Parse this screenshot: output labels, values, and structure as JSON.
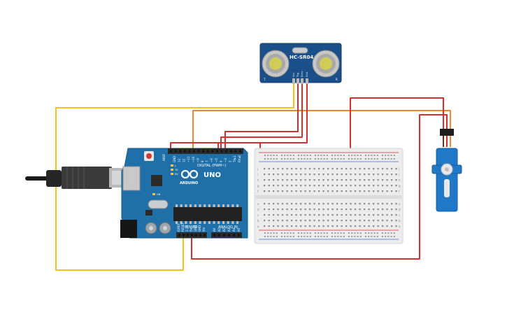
{
  "sensor": {
    "label": "HC-SR04",
    "left_mark": "T",
    "right_mark": "R",
    "pins": [
      "Vcc",
      "Trig",
      "Echo",
      "Gnd"
    ]
  },
  "arduino": {
    "model": "UNO",
    "brand": "ARDUINO",
    "digital_label": "DIGITAL (PWM~)",
    "power_label": "POWER",
    "analog_label": "ANALOG IN",
    "aref": "AREF",
    "gnd": "GND",
    "digital_pins": [
      "13",
      "12",
      "~11",
      "~10",
      "~9",
      "8",
      "7",
      "~6",
      "~5",
      "4",
      "~3",
      "2",
      "TX▸1",
      "RX◂0"
    ],
    "power_pins": [
      "IOREF",
      "RESET",
      "3.3V",
      "5V",
      "GND",
      "GND",
      "Vin"
    ],
    "analog_pins": [
      "A0",
      "A1",
      "A2",
      "A3",
      "A4",
      "A5"
    ],
    "leds": [
      "L",
      "TX",
      "RX"
    ],
    "on_label": "ON"
  },
  "breadboard": {
    "rows_top": [
      "j",
      "i",
      "h",
      "g",
      "f"
    ],
    "rows_bottom": [
      "e",
      "d",
      "c",
      "b",
      "a"
    ]
  },
  "colors": {
    "wire_red": "#d62f2f",
    "wire_orange": "#e8882e",
    "wire_yellow": "#f2c21b",
    "board": "#1f6fa8",
    "sensor_board": "#1b4f8a",
    "servo": "#1f78c8"
  }
}
